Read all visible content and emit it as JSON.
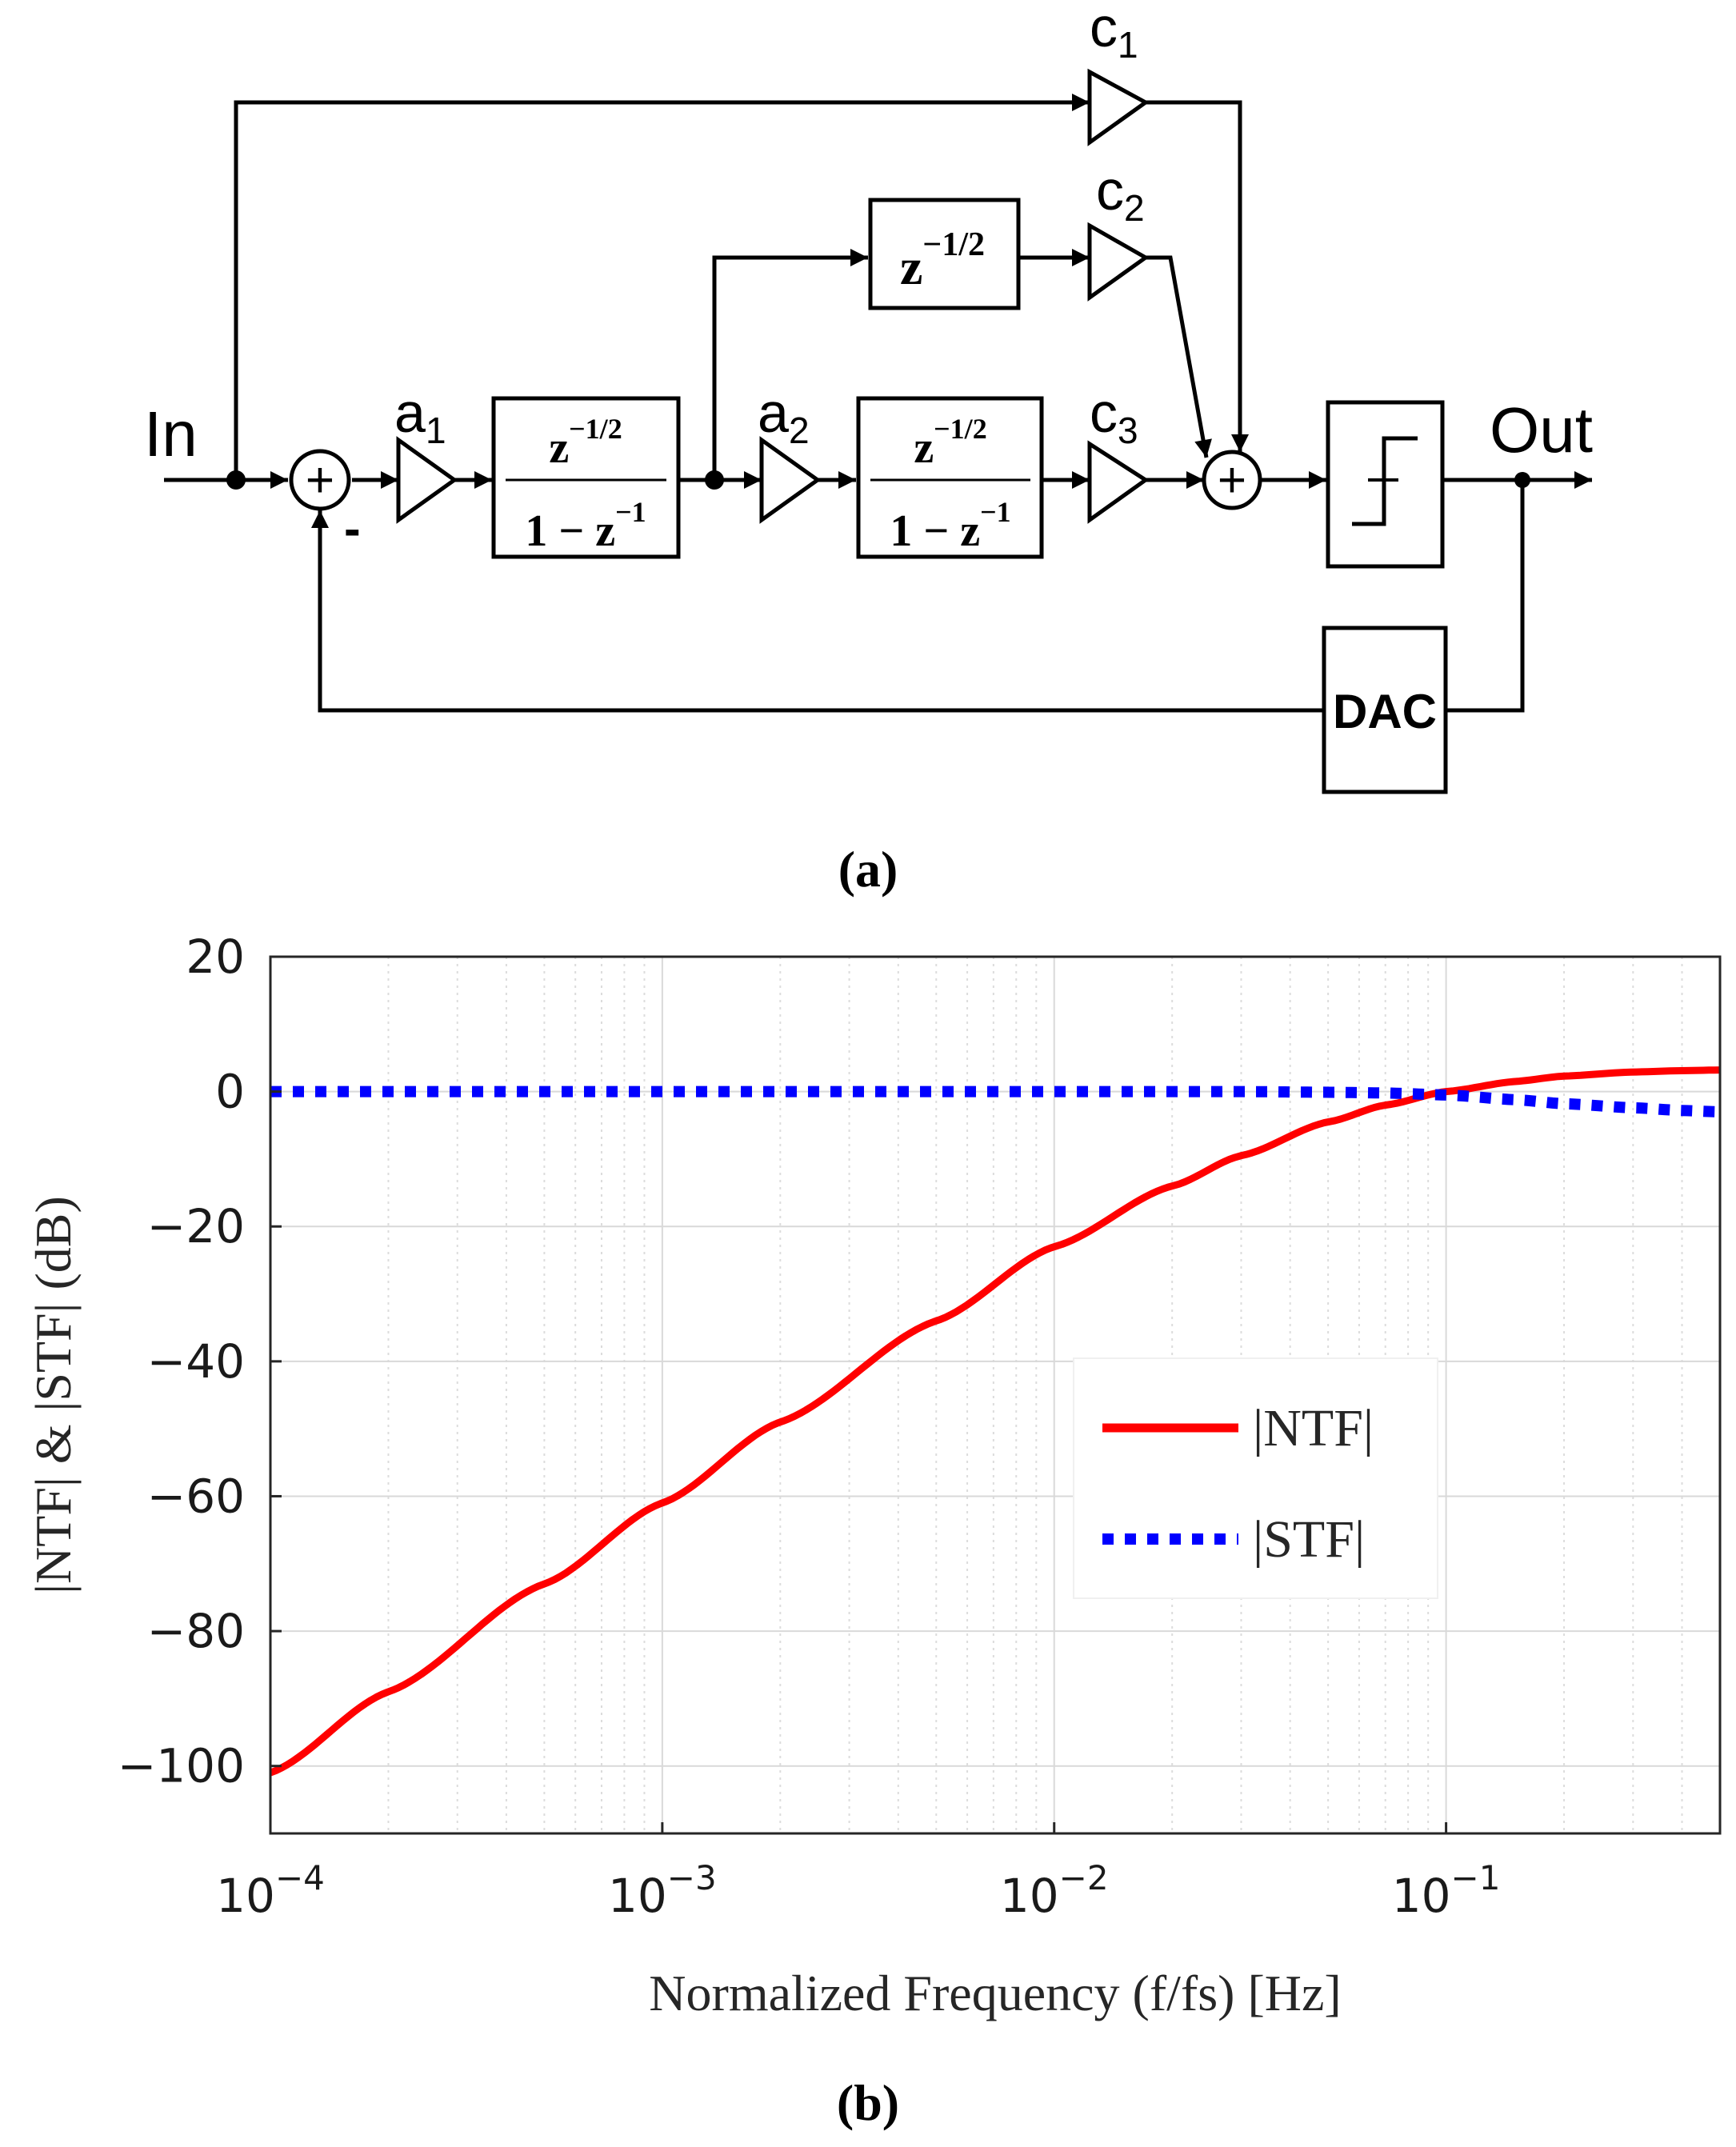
{
  "diagram": {
    "input_label": "In",
    "output_label": "Out",
    "minus_sign": "-",
    "sum_symbol": "+",
    "gains": {
      "a1": {
        "letter": "a",
        "sub": "1"
      },
      "a2": {
        "letter": "a",
        "sub": "2"
      },
      "c1": {
        "letter": "c",
        "sub": "1"
      },
      "c2": {
        "letter": "c",
        "sub": "2"
      },
      "c3": {
        "letter": "c",
        "sub": "3"
      }
    },
    "delay_block": {
      "base": "z",
      "exp": "−1/2"
    },
    "integrator": {
      "num_base": "z",
      "num_exp": "−1/2",
      "den_prefix": "1 − z",
      "den_exp": "−1"
    },
    "dac_label": "DAC",
    "caption": "(a)"
  },
  "chart_data": {
    "type": "line",
    "xscale": "log",
    "xlim": [
      0.0001,
      0.5
    ],
    "ylim": [
      -110,
      20
    ],
    "xticks": [
      0.0001,
      0.001,
      0.01,
      0.1
    ],
    "xtick_labels": [
      {
        "base": "10",
        "exp": "−4"
      },
      {
        "base": "10",
        "exp": "−3"
      },
      {
        "base": "10",
        "exp": "−2"
      },
      {
        "base": "10",
        "exp": "−1"
      }
    ],
    "yticks": [
      20,
      0,
      -20,
      -40,
      -60,
      -80,
      -100
    ],
    "ytick_labels": [
      "20",
      "0",
      "−20",
      "−40",
      "−60",
      "−80",
      "−100"
    ],
    "xlabel": "Normalized Frequency (f/fs) [Hz]",
    "ylabel": "|NTF| & |STF| (dB)",
    "grid": true,
    "legend_position": "center-right",
    "series": [
      {
        "name": "|NTF|",
        "color": "#ff0000",
        "style": "solid",
        "x": [
          0.0001,
          0.0002,
          0.0005,
          0.001,
          0.002,
          0.005,
          0.01,
          0.02,
          0.03,
          0.05,
          0.07,
          0.1,
          0.15,
          0.2,
          0.3,
          0.4,
          0.5
        ],
        "y": [
          -101,
          -89,
          -73,
          -61,
          -49,
          -34,
          -23,
          -14,
          -9.5,
          -4.5,
          -2,
          0,
          1.5,
          2.3,
          2.9,
          3.1,
          3.2
        ]
      },
      {
        "name": "|STF|",
        "color": "#0000ff",
        "style": "dotted",
        "x": [
          0.0001,
          0.001,
          0.01,
          0.03,
          0.05,
          0.07,
          0.1,
          0.15,
          0.2,
          0.3,
          0.4,
          0.5
        ],
        "y": [
          0,
          0,
          0,
          0,
          -0.1,
          -0.2,
          -0.5,
          -1.2,
          -1.8,
          -2.4,
          -2.8,
          -3
        ]
      }
    ]
  },
  "chart_caption": "(b)"
}
